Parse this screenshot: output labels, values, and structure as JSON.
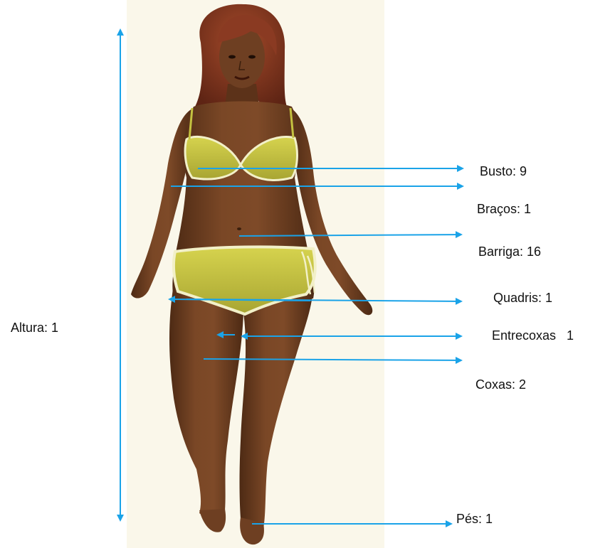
{
  "colors": {
    "arrow": "#1aa3e8",
    "skin": "#6e3f22",
    "skin_shadow": "#4d2a14",
    "skin_highlight": "#8c5532",
    "hair": "#8a3a22",
    "hair_dark": "#5e2414",
    "bikini": "#c4c240",
    "bikini_trim": "#f2f0c8",
    "background_panel": "#faf7ea"
  },
  "labels": {
    "altura": "Altura: 1",
    "busto": "Busto: 9",
    "bracos": "Braços: 1",
    "barriga": "Barriga: 16",
    "quadris": "Quadris: 1",
    "entrecoxas": "Entrecoxas   1",
    "coxas": "Coxas: 2",
    "pes": "Pés: 1"
  }
}
